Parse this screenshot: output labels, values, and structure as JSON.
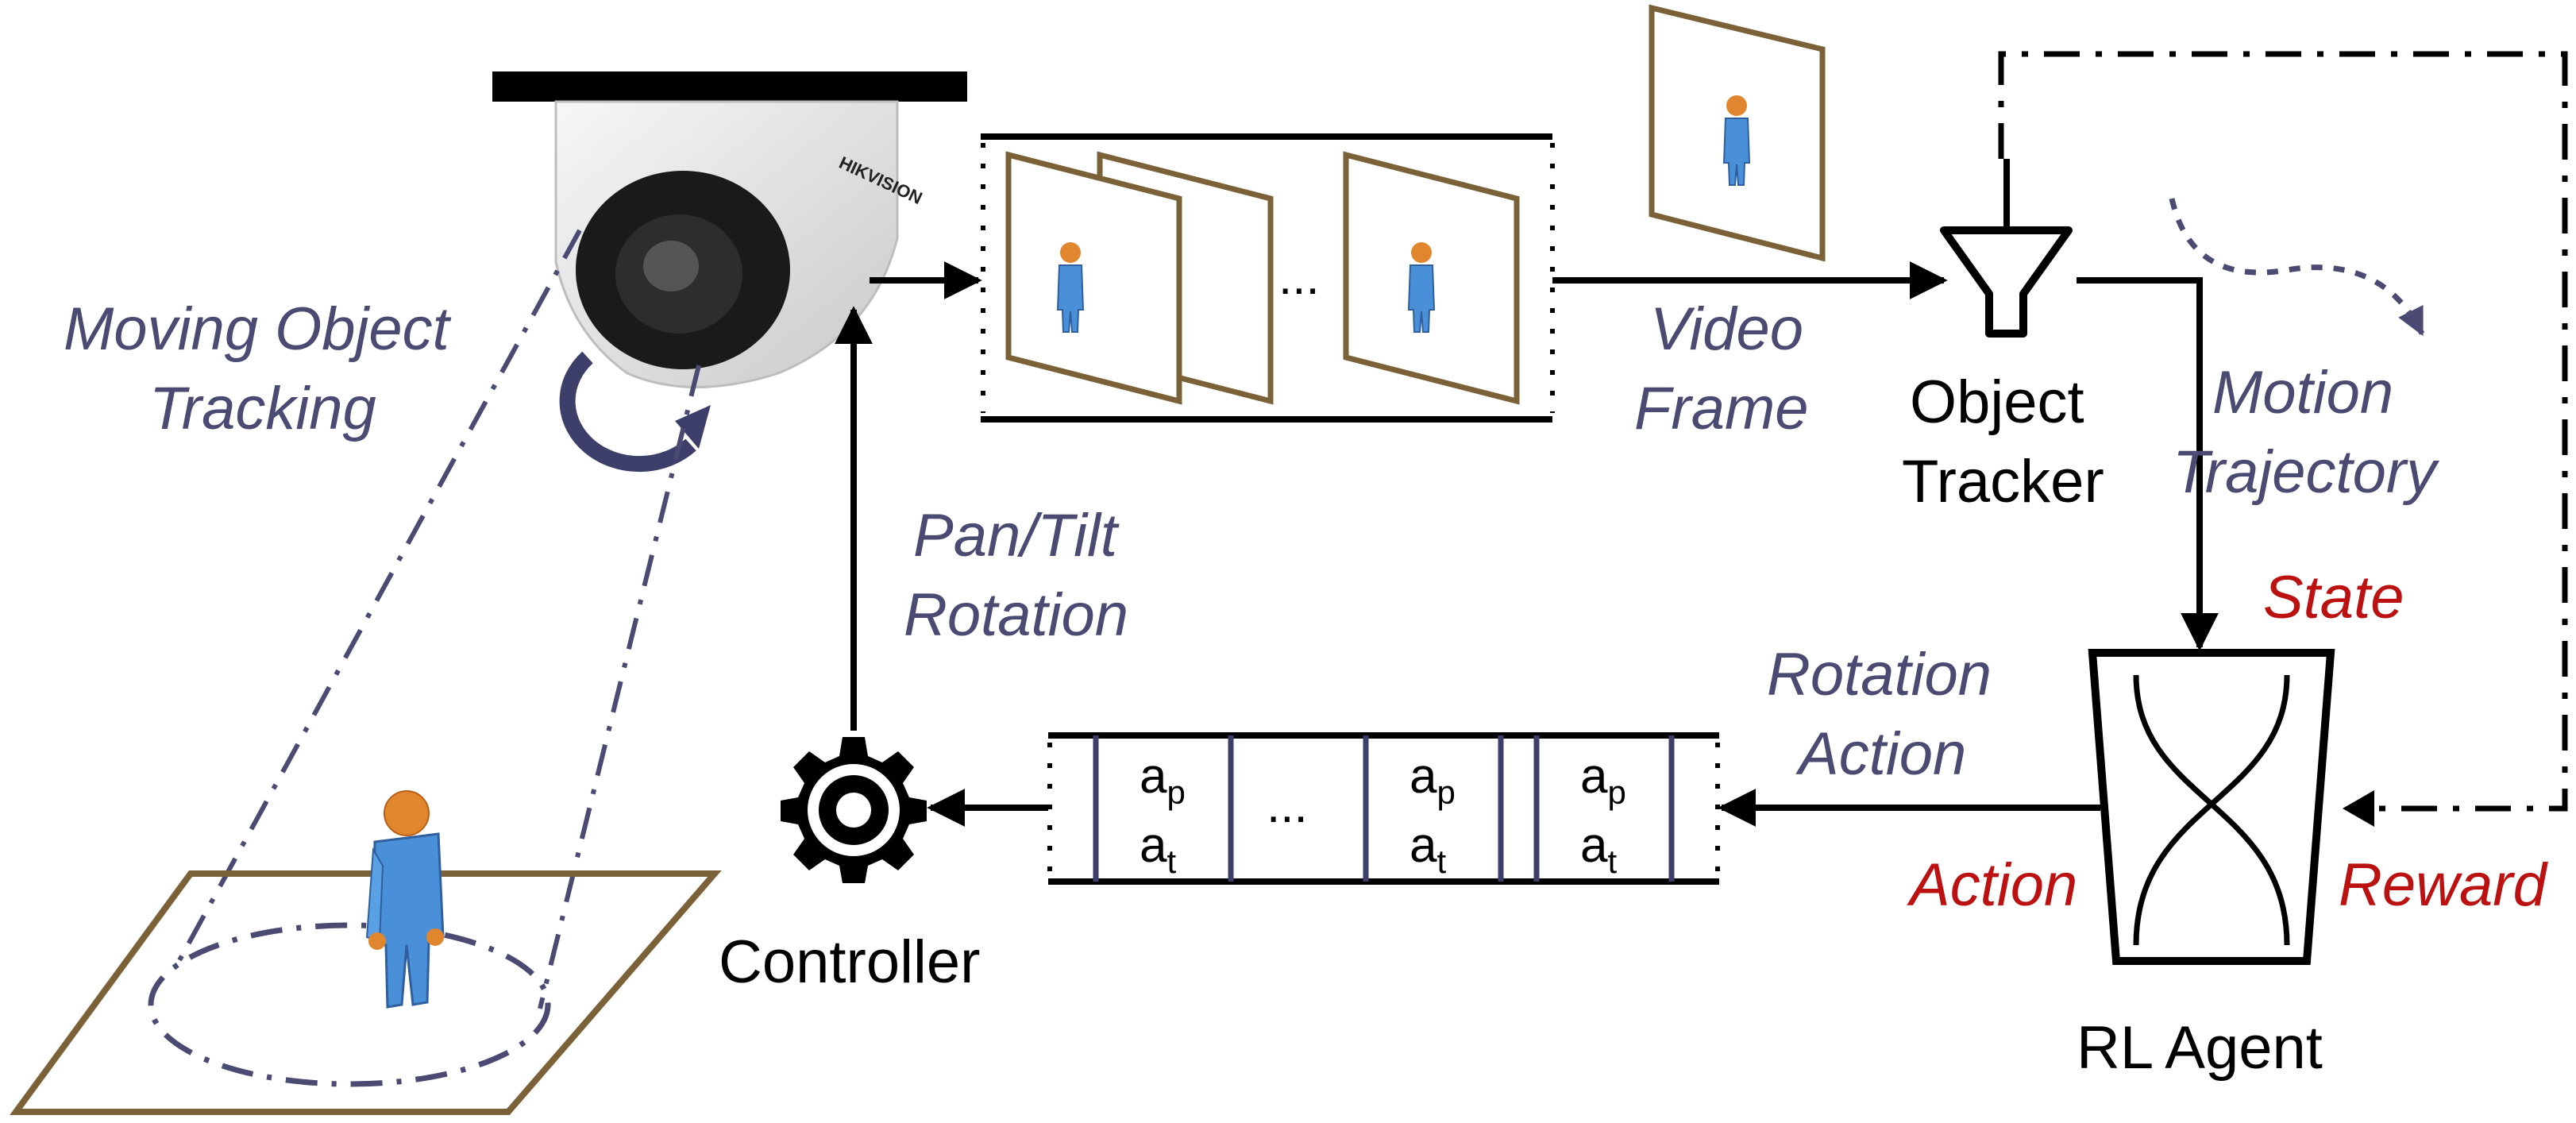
{
  "labels": {
    "moving_tracking_line1": "Moving Object",
    "moving_tracking_line2": "Tracking",
    "video_frame_line1": "Video",
    "video_frame_line2": "Frame",
    "object_tracker_line1": "Object",
    "object_tracker_line2": "Tracker",
    "motion_trajectory_line1": "Motion",
    "motion_trajectory_line2": "Trajectory",
    "state": "State",
    "reward": "Reward",
    "action": "Action",
    "rotation_action_line1": "Rotation",
    "rotation_action_line2": "Action",
    "pan_tilt_line1": "Pan/Tilt",
    "pan_tilt_line2": "Rotation",
    "controller": "Controller",
    "rl_agent": "RL Agent",
    "frame_ellipsis": "...",
    "action_ellipsis": "..."
  },
  "camera_brand": "HIKVISION",
  "action_buffer": [
    {
      "pan": "a",
      "pan_sub": "p",
      "tilt": "a",
      "tilt_sub": "t"
    },
    {
      "pan": "a",
      "pan_sub": "p",
      "tilt": "a",
      "tilt_sub": "t"
    },
    {
      "pan": "a",
      "pan_sub": "p",
      "tilt": "a",
      "tilt_sub": "t"
    }
  ],
  "colors": {
    "label_text": "#4a4a72",
    "reward_text": "#bb1111",
    "frame_border": "#7a6137",
    "person_body": "#4a90d9",
    "person_head": "#e0862e",
    "line": "#000000",
    "dashdot": "#4a4a72"
  }
}
